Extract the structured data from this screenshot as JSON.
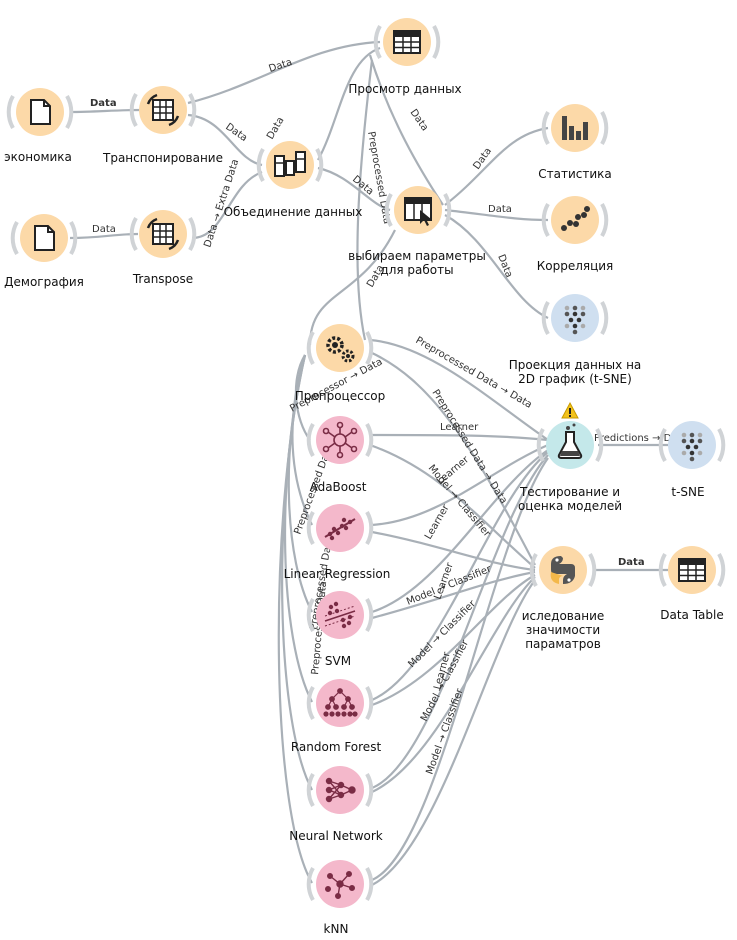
{
  "colors": {
    "data_node": "#fcd9a8",
    "model_node": "#f4b8cb",
    "eval_node": "#c4e8ea",
    "viz_node": "#cfdff0",
    "edge": "#a9b0b7",
    "warning": "#f2c21b"
  },
  "nodes": {
    "economika": {
      "label": "экономика",
      "icon": "file-icon",
      "kind": "data"
    },
    "demografia": {
      "label": "Демография",
      "icon": "file-icon",
      "kind": "data"
    },
    "transpose1": {
      "label": "Транспонирование",
      "icon": "transpose-icon",
      "kind": "data"
    },
    "transpose2": {
      "label": "Transpose",
      "icon": "transpose-icon",
      "kind": "data"
    },
    "merge": {
      "label": "Объединение данных",
      "icon": "merge-icon",
      "kind": "data"
    },
    "view": {
      "label": "Просмотр данных",
      "icon": "table-icon",
      "kind": "data"
    },
    "select": {
      "label_line1": "выбираем параметры",
      "label_line2": "для работы",
      "icon": "select-columns-icon",
      "kind": "data"
    },
    "stats": {
      "label": "Статистика",
      "icon": "bar-chart-icon",
      "kind": "data"
    },
    "corr": {
      "label": "Корреляция",
      "icon": "scatter-icon",
      "kind": "data"
    },
    "proj": {
      "label_line1": "Проекция данных на",
      "label_line2": "2D график (t-SNE)",
      "icon": "dots-grid-icon",
      "kind": "viz"
    },
    "preproc": {
      "label": "Препроцессор",
      "icon": "gears-icon",
      "kind": "data"
    },
    "adaboost": {
      "label": "AdaBoost",
      "icon": "network-icon",
      "kind": "model"
    },
    "linreg": {
      "label": "Linear Regression",
      "icon": "regression-icon",
      "kind": "model"
    },
    "svm": {
      "label": "SVM",
      "icon": "svm-icon",
      "kind": "model"
    },
    "rf": {
      "label": "Random Forest",
      "icon": "tree-icon",
      "kind": "model"
    },
    "nn": {
      "label": "Neural Network",
      "icon": "neural-icon",
      "kind": "model"
    },
    "knn": {
      "label": "kNN",
      "icon": "knn-icon",
      "kind": "model"
    },
    "testing": {
      "label_line1": "Тестирование и",
      "label_line2": "оценка моделей",
      "icon": "flask-icon",
      "kind": "eval"
    },
    "tsne": {
      "label": "t-SNE",
      "icon": "dots-grid-icon",
      "kind": "viz"
    },
    "python": {
      "label_line1": "иследование",
      "label_line2": "значимости",
      "label_line3": "параматров",
      "icon": "python-icon",
      "kind": "data"
    },
    "datatable": {
      "label": "Data Table",
      "icon": "table-icon",
      "kind": "data"
    }
  },
  "edge_labels": {
    "data": "Data",
    "data_extra": "Data → Extra Data",
    "preproc_data": "Preprocessed Data",
    "preproc_data_arrow": "Preprocessed Data → Data",
    "learner": "Learner",
    "model_classifier": "Model → Classifier",
    "predictions": "Predictions → Data",
    "preproc_short": "Preprocessor → Data"
  }
}
